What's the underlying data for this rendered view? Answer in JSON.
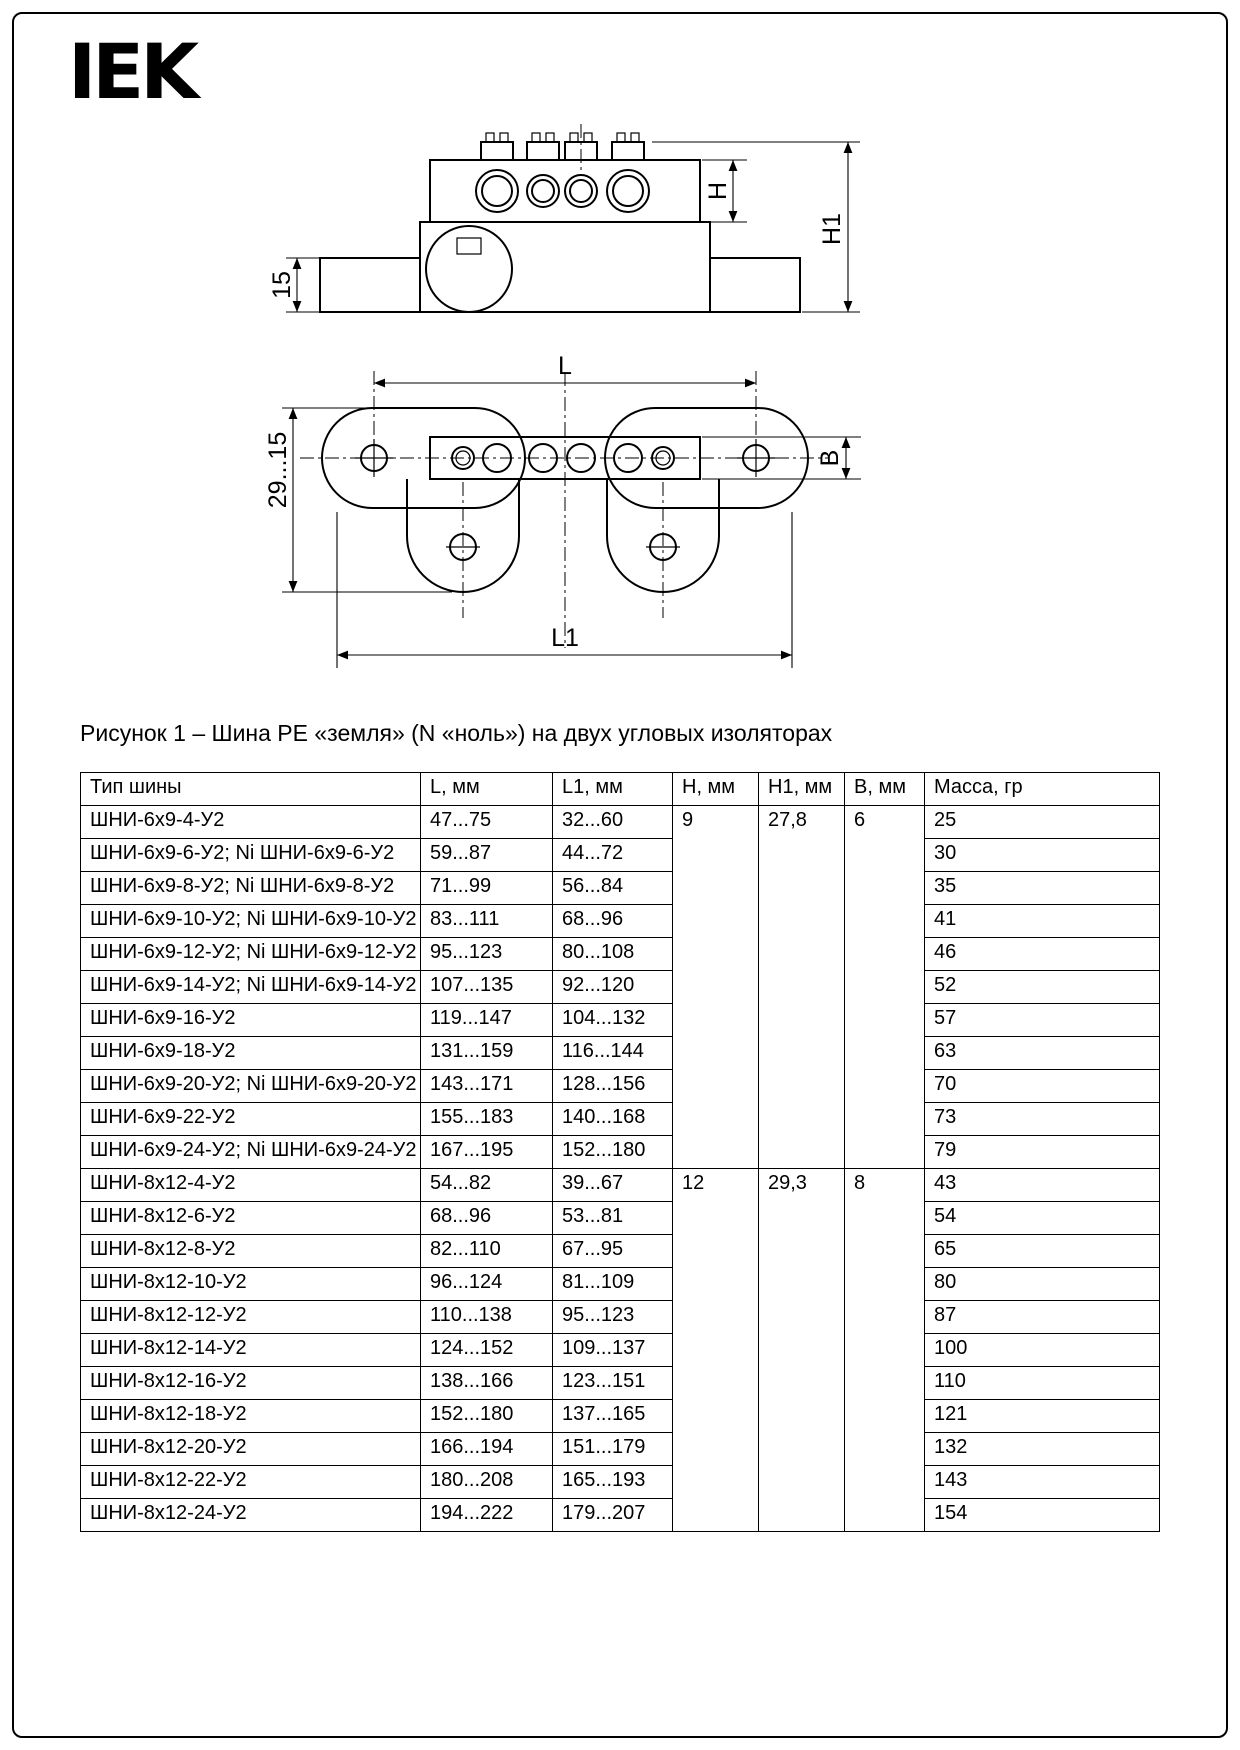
{
  "logo": {
    "text": "IEK"
  },
  "figure": {
    "caption": "Рисунок 1 – Шина PE «земля» (N «ноль») на двух угловых изоляторах",
    "dims": {
      "d15": "15",
      "h": "H",
      "h1": "H1",
      "l": "L",
      "l1": "L1",
      "b": "B",
      "d29_15": "29...15"
    }
  },
  "table": {
    "headers": [
      "Тип шины",
      "L, мм",
      "L1, мм",
      "H, мм",
      "H1, мм",
      "B, мм",
      "Масса, гр"
    ],
    "groups": [
      {
        "h": "9",
        "h1": "27,8",
        "b": "6",
        "rows": [
          {
            "type": "ШНИ-6x9-4-У2",
            "l": "47...75",
            "l1": "32...60",
            "mass": "25"
          },
          {
            "type": "ШНИ-6x9-6-У2; Ni ШНИ-6x9-6-У2",
            "l": "59...87",
            "l1": "44...72",
            "mass": "30"
          },
          {
            "type": "ШНИ-6x9-8-У2; Ni ШНИ-6x9-8-У2",
            "l": "71...99",
            "l1": "56...84",
            "mass": "35"
          },
          {
            "type": "ШНИ-6x9-10-У2; Ni ШНИ-6x9-10-У2",
            "l": "83...111",
            "l1": "68...96",
            "mass": "41"
          },
          {
            "type": "ШНИ-6x9-12-У2; Ni ШНИ-6x9-12-У2",
            "l": "95...123",
            "l1": "80...108",
            "mass": "46"
          },
          {
            "type": "ШНИ-6x9-14-У2; Ni ШНИ-6x9-14-У2",
            "l": "107...135",
            "l1": "92...120",
            "mass": "52"
          },
          {
            "type": "ШНИ-6x9-16-У2",
            "l": "119...147",
            "l1": "104...132",
            "mass": "57"
          },
          {
            "type": "ШНИ-6x9-18-У2",
            "l": "131...159",
            "l1": "116...144",
            "mass": "63"
          },
          {
            "type": "ШНИ-6x9-20-У2; Ni ШНИ-6x9-20-У2",
            "l": "143...171",
            "l1": "128...156",
            "mass": "70"
          },
          {
            "type": "ШНИ-6x9-22-У2",
            "l": "155...183",
            "l1": "140...168",
            "mass": "73"
          },
          {
            "type": "ШНИ-6x9-24-У2; Ni ШНИ-6x9-24-У2",
            "l": "167...195",
            "l1": "152...180",
            "mass": "79"
          }
        ]
      },
      {
        "h": "12",
        "h1": "29,3",
        "b": "8",
        "rows": [
          {
            "type": "ШНИ-8x12-4-У2",
            "l": "54...82",
            "l1": "39...67",
            "mass": "43"
          },
          {
            "type": "ШНИ-8x12-6-У2",
            "l": "68...96",
            "l1": "53...81",
            "mass": "54"
          },
          {
            "type": "ШНИ-8x12-8-У2",
            "l": "82...110",
            "l1": "67...95",
            "mass": "65"
          },
          {
            "type": "ШНИ-8x12-10-У2",
            "l": "96...124",
            "l1": "81...109",
            "mass": "80"
          },
          {
            "type": "ШНИ-8x12-12-У2",
            "l": "110...138",
            "l1": "95...123",
            "mass": "87"
          },
          {
            "type": "ШНИ-8x12-14-У2",
            "l": "124...152",
            "l1": "109...137",
            "mass": "100"
          },
          {
            "type": "ШНИ-8x12-16-У2",
            "l": "138...166",
            "l1": "123...151",
            "mass": "110"
          },
          {
            "type": "ШНИ-8x12-18-У2",
            "l": "152...180",
            "l1": "137...165",
            "mass": "121"
          },
          {
            "type": "ШНИ-8x12-20-У2",
            "l": "166...194",
            "l1": "151...179",
            "mass": "132"
          },
          {
            "type": "ШНИ-8x12-22-У2",
            "l": "180...208",
            "l1": "165...193",
            "mass": "143"
          },
          {
            "type": "ШНИ-8x12-24-У2",
            "l": "194...222",
            "l1": "179...207",
            "mass": "154"
          }
        ]
      }
    ]
  }
}
